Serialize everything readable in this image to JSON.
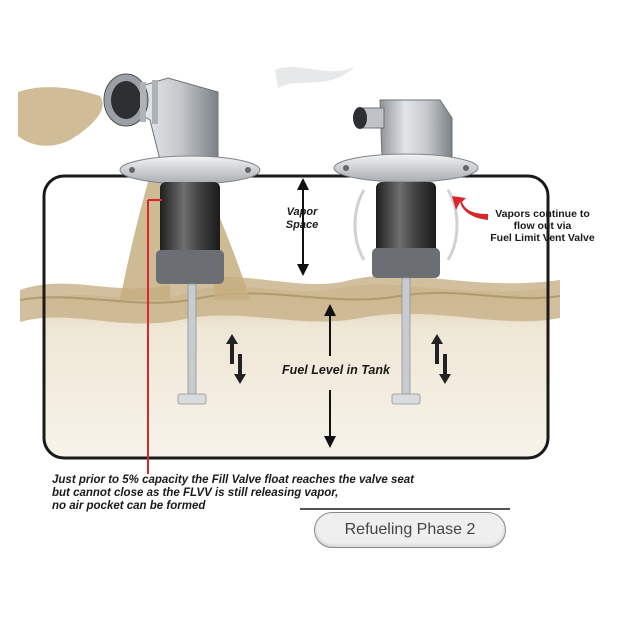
{
  "labels": {
    "vapor_space_line1": "Vapor",
    "vapor_space_line2": "Space",
    "fuel_level": "Fuel Level in Tank",
    "vapors_line1": "Vapors continue to",
    "vapors_line2": "flow out via",
    "vapors_line3": "Fuel Limit Vent Valve",
    "caption_line1": "Just prior to 5% capacity the Fill Valve float reaches the valve seat",
    "caption_line2": "but cannot close as the FLVV is still releasing vapor,",
    "caption_line3": "no air pocket can be formed",
    "phase": "Refueling Phase 2"
  },
  "colors": {
    "fuel": "#c9b48c",
    "fuel_light": "#e6dcc4",
    "tank_outline": "#1a1a1a",
    "metal": "#bfc3c7",
    "float_dark": "#3a3a3a",
    "pointer_red": "#d9262a",
    "vapor_arrow_red": "#d9262a"
  }
}
